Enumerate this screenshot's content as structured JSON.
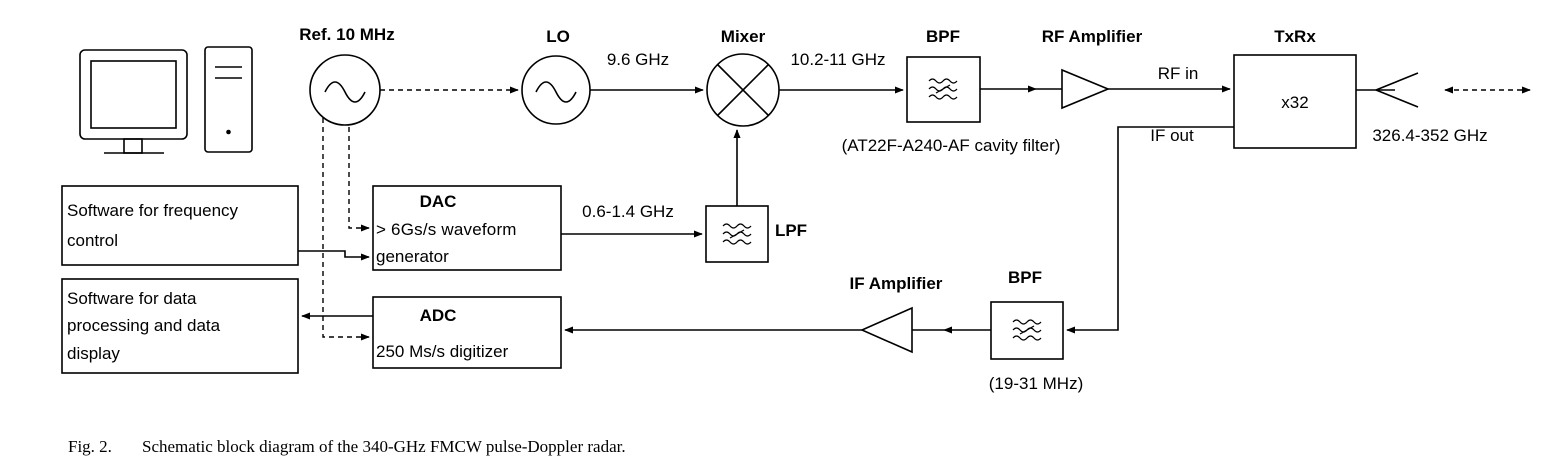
{
  "labels": {
    "ref": "Ref. 10 MHz",
    "lo": "LO",
    "lo_freq": "9.6 GHz",
    "mixer": "Mixer",
    "mixer_out_freq": "10.2-11 GHz",
    "bpf_rf": "BPF",
    "bpf_rf_note": "(AT22F-A240-AF cavity filter)",
    "rf_amp": "RF Amplifier",
    "txrx": "TxRx",
    "rf_in": "RF in",
    "mult": "x32",
    "if_out": "IF out",
    "rf_band": "326.4-352 GHz",
    "dac": "DAC",
    "dac_line1": "> 6Gs/s  waveform",
    "dac_line2": "generator",
    "dac_freq": "0.6-1.4 GHz",
    "lpf": "LPF",
    "sw_freq_line1": "Software for frequency",
    "sw_freq_line2": "control",
    "sw_data_line1": "Software for data",
    "sw_data_line2": "processing and data",
    "sw_data_line3": "display",
    "adc": "ADC",
    "adc_line": "250 Ms/s digitizer",
    "if_amp": "IF Amplifier",
    "bpf_if": "BPF",
    "bpf_if_note": "(19-31 MHz)"
  },
  "caption": {
    "fig": "Fig. 2.",
    "text": "Schematic block diagram of the 340-GHz FMCW pulse-Doppler radar."
  }
}
